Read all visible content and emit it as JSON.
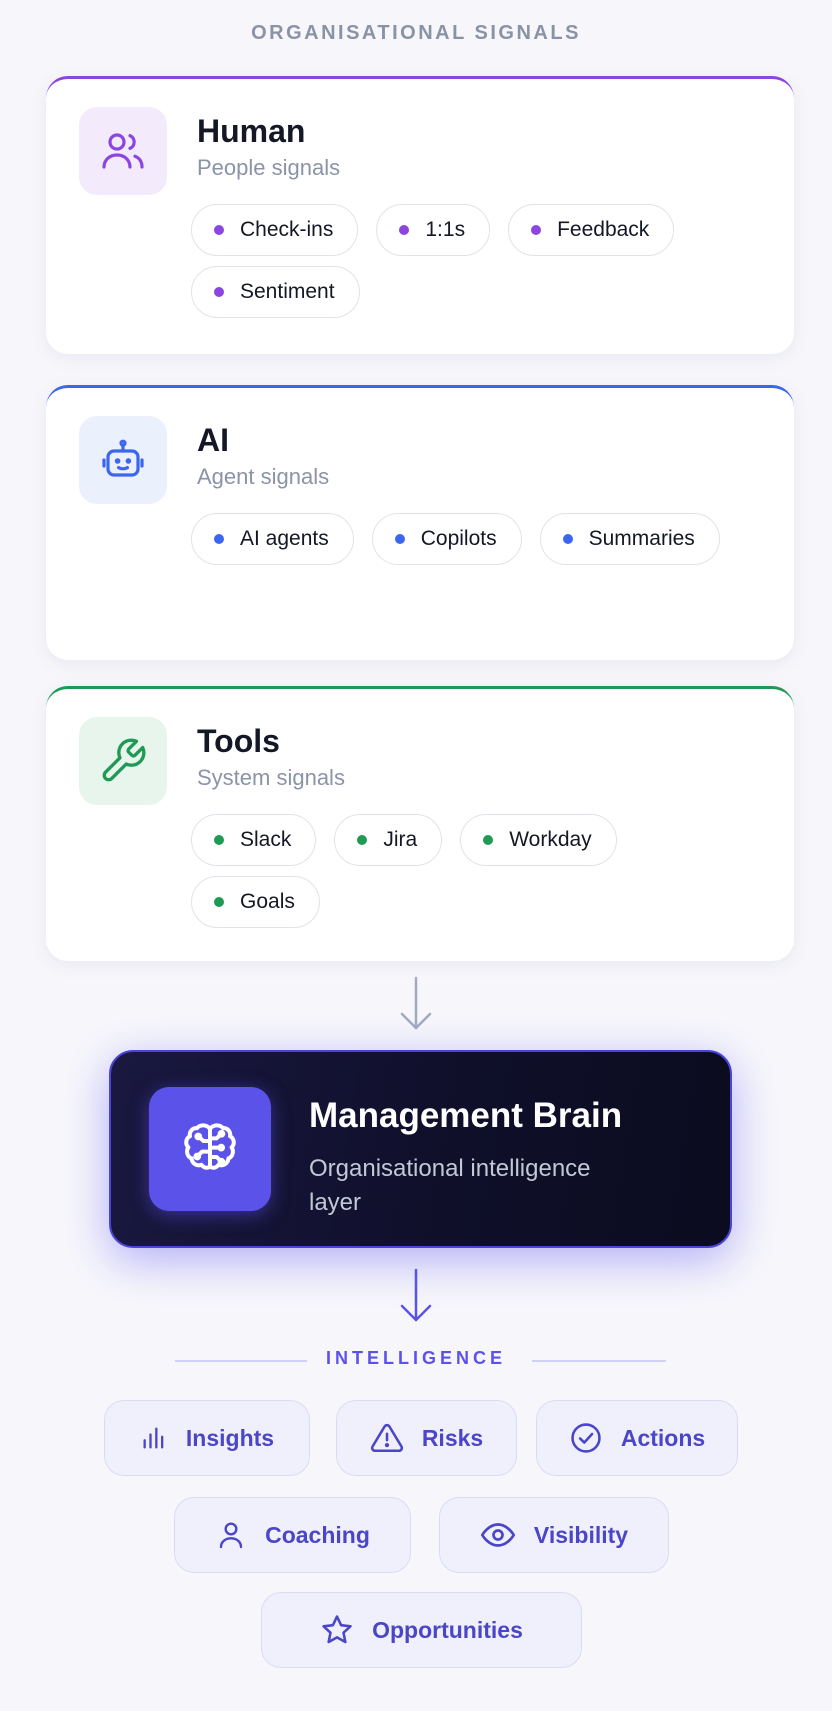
{
  "header": {
    "title": "ORGANISATIONAL SIGNALS"
  },
  "colors": {
    "human": "#8b45e0",
    "ai": "#3c66f0",
    "tools": "#1f9a55",
    "brain_accent": "#5b52ea",
    "brain_bg": "#0f0f2a"
  },
  "sources": [
    {
      "title": "Human",
      "subtitle": "People signals",
      "icon": "people-icon",
      "chips": [
        "Check-ins",
        "1:1s",
        "Feedback",
        "Sentiment"
      ]
    },
    {
      "title": "AI",
      "subtitle": "Agent signals",
      "icon": "robot-icon",
      "chips": [
        "AI agents",
        "Copilots",
        "Summaries"
      ]
    },
    {
      "title": "Tools",
      "subtitle": "System signals",
      "icon": "wrench-icon",
      "chips": [
        "Slack",
        "Jira",
        "Workday",
        "Goals"
      ]
    }
  ],
  "brain": {
    "title": "Management Brain",
    "subtitle": "Organisational intelligence layer",
    "icon": "brain-icon"
  },
  "intelligence": {
    "label": "INTELLIGENCE",
    "outputs": [
      {
        "label": "Insights",
        "icon": "bar-chart-icon"
      },
      {
        "label": "Risks",
        "icon": "warning-icon"
      },
      {
        "label": "Actions",
        "icon": "check-circle-icon"
      },
      {
        "label": "Coaching",
        "icon": "person-icon"
      },
      {
        "label": "Visibility",
        "icon": "eye-icon"
      },
      {
        "label": "Opportunities",
        "icon": "star-icon"
      }
    ]
  }
}
